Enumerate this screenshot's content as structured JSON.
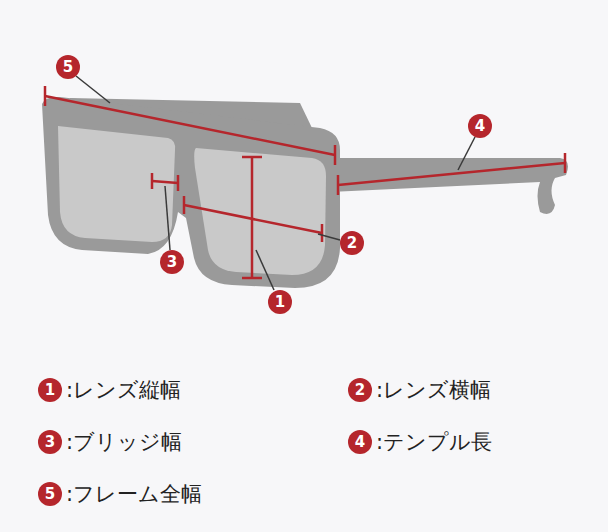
{
  "diagram": {
    "nodes": [
      {
        "text": [
          "5"
        ]
      },
      {
        "text": [
          "4"
        ]
      },
      {
        "text": [
          "2"
        ]
      },
      {
        "text": [
          "3"
        ]
      },
      {
        "text": [
          "1"
        ]
      },
      {
        "text": [
          "1",
          ":レンズ縦幅"
        ]
      },
      {
        "text": [
          "2",
          ":レンズ横幅"
        ]
      },
      {
        "text": [
          "3",
          ":ブリッジ幅"
        ]
      },
      {
        "text": [
          "4",
          ":テンプル長"
        ]
      },
      {
        "text": [
          "5",
          ":フレーム全幅"
        ]
      }
    ]
  }
}
